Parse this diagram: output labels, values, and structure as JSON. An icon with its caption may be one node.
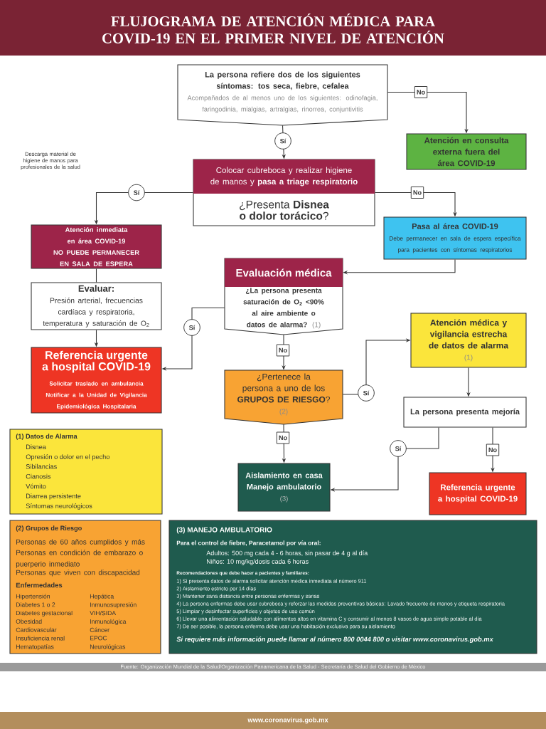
{
  "diagram": {
    "title": "FLUJOGRAMA DE ATENCIÓN MÉDICA PARA COVID-19 EN EL PRIMER NIVEL DE ATENCIÓN",
    "nodes": [
      {
        "text": [
          "La persona refiere dos de los siguientes síntomas: tos seca, fiebre, cefalea",
          "Acompañados de al menos uno de los siguientes: odinofagia, faringodinia, mialgias, artralgias, rinorrea, conjuntivitis"
        ]
      },
      {
        "text": [
          "Atención en consulta externa fuera del área COVID-19"
        ]
      },
      {
        "text": [
          "Colocar cubreboca y realizar higiene de manos y **pasa a triage respiratorio**",
          "¿Presenta **Disnea o dolor torácico**?"
        ]
      },
      {
        "text": [
          "Atención inmediata en área COVID-19",
          "NO PUEDE PERMANECER EN SALA DE ESPERA"
        ]
      },
      {
        "text": [
          "Pasa al área COVID-19",
          "Debe permanecer en sala de espera específica para pacientes con síntomas respiratorios"
        ]
      },
      {
        "text": [
          "Evaluar:",
          "Presión arterial, frecuencias cardíaca y respiratoria, temperatura y saturación de O$_{2}$"
        ]
      },
      {
        "text": [
          "Evaluación médica",
          "¿La persona presenta saturación de O$_{2}$ <90% al aire ambiente o datos de alarma?",
          "(1)"
        ]
      },
      {
        "text": [
          "Referencia urgente a hospital COVID-19",
          "Solicitar traslado en ambulancia",
          "Notificar a la Unidad de Vigilancia Epidemiológica Hospitalaria"
        ]
      },
      {
        "text": [
          "Atención médica y vigilancia estrecha de datos de alarma",
          "(1)"
        ]
      },
      {
        "text": [
          "¿Pertenece la persona a uno de los **GRUPOS DE RIESGO**?",
          "(2)"
        ]
      },
      {
        "text": [
          "La persona presenta mejoría"
        ]
      },
      {
        "text": [
          "Aislamiento en casa",
          "Manejo ambulatorio",
          "(3)"
        ]
      },
      {
        "text": [
          "Referencia urgente a hospital COVID-19"
        ]
      },
      {
        "text": [
          "(1) Datos de Alarma",
          "Disnea",
          "Opresión o dolor en el pecho",
          "Sibilancias",
          "Cianosis",
          "Vómito",
          "Diarrea persistente",
          "Síntomas neurológicos"
        ]
      },
      {
        "text": [
          "(2) Grupos de Riesgo",
          "Personas de 60 años cumplidos y más",
          "Personas en condición de embarazo o puerperio inmediato",
          "Personas que viven con discapacidad",
          "Enfermedades",
          "Hipertensión",
          "Hepática",
          "Diabetes 1 o 2",
          "Inmunosupresión",
          "Diabetes gestacional",
          "VIH/SIDA",
          "Obesidad",
          "Inmunológica",
          "Cardiovascular",
          "Cáncer",
          "Insuficiencia renal",
          "EPOC",
          "Hematopatías",
          "Neurológicas"
        ]
      },
      {
        "text": [
          "(3) MANEJO AMBULATORIO",
          "Para el control de fiebre, Paracetamol por vía oral:",
          "Adultos: 500 mg cada 4 - 6 horas, sin pasar de 4 g al día",
          "Niños: 10 mg/kg/dosis cada 6 horas",
          "Recomendaciones que debe hacer a pacientes y familiares:",
          "1) Si presenta datos de alarma solicitar atención médica inmediata al número 911",
          "2) Aislamiento estricto por 14 días",
          "3) Mantener sana distancia entre personas enfermas y sanas",
          "4) La persona enfermas debe usar cubreboca y reforzar las medidas preventivas básicas: Lavado frecuente de manos y etiqueta respiratoria",
          "5) Limpiar y desinfectar superficies y objetos de uso común",
          "6) Llevar una alimentación saludable con alimentos altos en vitamina C y consumir al menos 8 vasos de agua simple potable al día",
          "7) De ser posible, la persona enferma debe usar una habitación exclusiva para su aislamiento",
          "Si requiere más información puede llamar al número 800 0044 800 o visitar www.coronavirus.gob.mx"
        ]
      }
    ],
    "edges": [
      {
        "from": 0,
        "to": 1,
        "arrow": "to",
        "label": "No"
      },
      {
        "from": 0,
        "to": 2,
        "arrow": "to",
        "label": "Sí"
      },
      {
        "from": 2,
        "to": 3,
        "arrow": "to",
        "label": "Sí"
      },
      {
        "from": 2,
        "to": 4,
        "arrow": "to",
        "label": "No"
      },
      {
        "from": 3,
        "to": 5,
        "arrow": "none"
      },
      {
        "from": 5,
        "to": 7,
        "arrow": "to"
      },
      {
        "from": 4,
        "to": 6,
        "arrow": "to"
      },
      {
        "from": 6,
        "to": 7,
        "arrow": "to",
        "label": "Sí"
      },
      {
        "from": 6,
        "to": 9,
        "arrow": "to",
        "label": "No"
      },
      {
        "from": 9,
        "to": 8,
        "arrow": "to",
        "label": "Sí"
      },
      {
        "from": 8,
        "to": 10,
        "arrow": "to"
      },
      {
        "from": 10,
        "to": 11,
        "arrow": "to",
        "label": "Sí"
      },
      {
        "from": 10,
        "to": 12,
        "arrow": "to",
        "label": "No"
      },
      {
        "from": 9,
        "to": 11,
        "arrow": "to",
        "label": "No"
      }
    ],
    "labels": [
      "Descarga material de higiene de manos para profesionales de la salud",
      "Fuente: Organización Mundial de la Salud/Organización Panamericana de la Salud - Secretaría de Salud del Gobierno de México",
      "www.coronavirus.gob.mx"
    ]
  }
}
